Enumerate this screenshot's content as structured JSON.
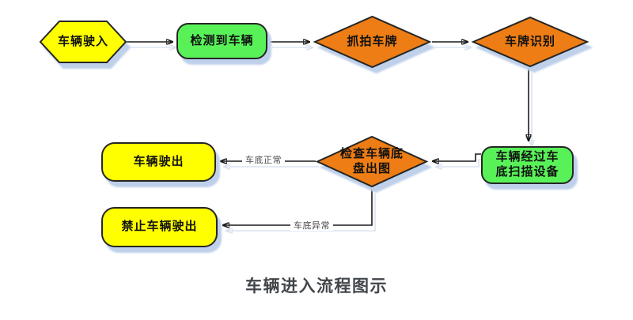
{
  "title": "车辆进入流程图示",
  "colors": {
    "yellow": "#FFFF00",
    "green": "#58F258",
    "orange": "#ED7D14",
    "node_border": "#252525",
    "arrow": "#1A1A1A",
    "shadow": "#BED0EA",
    "title_text": "#42464A",
    "edge_label_text": "#4A4A4A"
  },
  "nodes": {
    "start": {
      "label": "车辆驶入",
      "shape": "hexagon"
    },
    "detect": {
      "label": "检测到车辆",
      "shape": "rounded-rect"
    },
    "capture": {
      "label": "抓拍车牌",
      "shape": "diamond"
    },
    "recognize": {
      "label": "车牌识别",
      "shape": "diamond"
    },
    "scan": {
      "label": "车辆经过车底扫描设备",
      "shape": "rounded-rect"
    },
    "check": {
      "label": "检查车辆底盘出图",
      "shape": "diamond"
    },
    "exit": {
      "label": "车辆驶出",
      "shape": "rounded-rect"
    },
    "deny": {
      "label": "禁止车辆驶出",
      "shape": "rounded-rect"
    }
  },
  "edges": {
    "normal": {
      "label": "车底正常"
    },
    "abnormal": {
      "label": "车底异常"
    }
  },
  "connections": [
    {
      "from": "车辆驶入",
      "to": "检测到车辆",
      "label": ""
    },
    {
      "from": "检测到车辆",
      "to": "抓拍车牌",
      "label": ""
    },
    {
      "from": "抓拍车牌",
      "to": "车牌识别",
      "label": ""
    },
    {
      "from": "车牌识别",
      "to": "车辆经过车底扫描设备",
      "label": ""
    },
    {
      "from": "车辆经过车底扫描设备",
      "to": "检查车辆底盘出图",
      "label": ""
    },
    {
      "from": "检查车辆底盘出图",
      "to": "车辆驶出",
      "label": "车底正常"
    },
    {
      "from": "检查车辆底盘出图",
      "to": "禁止车辆驶出",
      "label": "车底异常"
    }
  ]
}
